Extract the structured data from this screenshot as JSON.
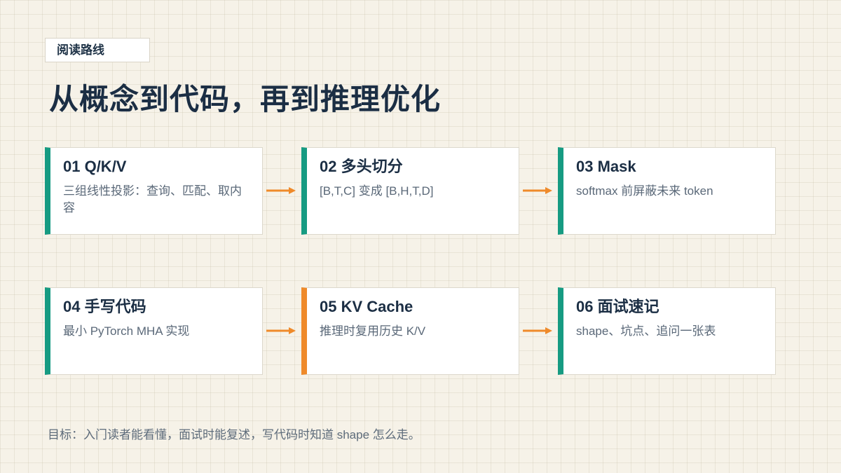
{
  "tag": "阅读路线",
  "title": "从概念到代码，再到推理优化",
  "steps": [
    {
      "title": "01 Q/K/V",
      "desc": "三组线性投影：查询、匹配、取内容"
    },
    {
      "title": "02 多头切分",
      "desc": "[B,T,C] 变成 [B,H,T,D]"
    },
    {
      "title": "03 Mask",
      "desc": "softmax 前屏蔽未来 token"
    },
    {
      "title": "04 手写代码",
      "desc": "最小 PyTorch MHA 实现"
    },
    {
      "title": "05 KV Cache",
      "desc": "推理时复用历史 K/V"
    },
    {
      "title": "06 面试速记",
      "desc": "shape、坑点、追问一张表"
    }
  ],
  "footer": "目标：入门读者能看懂，面试时能复述，写代码时知道 shape 怎么走。",
  "colors": {
    "primary_bar": "#169b82",
    "accent_bar": "#ef8a2a",
    "arrow": "#ef8a2a",
    "title": "#1b2e44"
  }
}
